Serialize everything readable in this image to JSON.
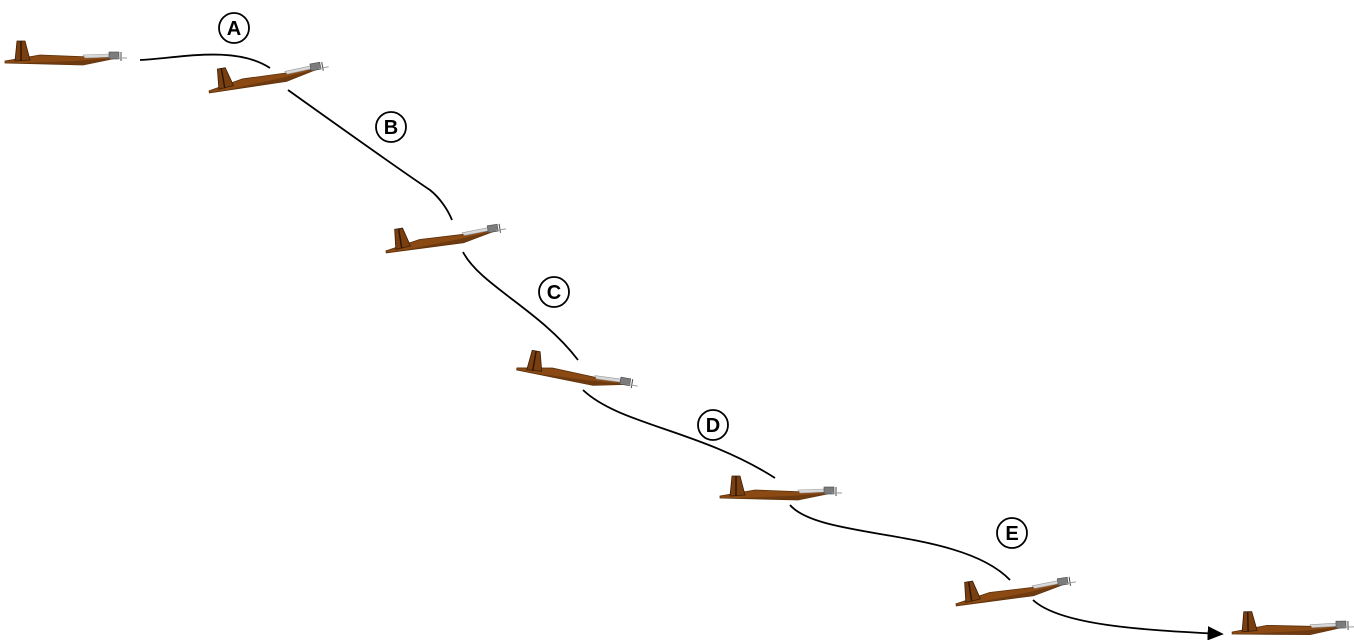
{
  "diagram": {
    "stages": [
      {
        "label": "A"
      },
      {
        "label": "B"
      },
      {
        "label": "C"
      },
      {
        "label": "D"
      },
      {
        "label": "E"
      }
    ],
    "colors": {
      "fuselage": "#8b4a14",
      "fuselage_dark": "#5a2e08",
      "tail": "#7a3f10",
      "engine": "#808080",
      "trajectory": "#000000",
      "label_stroke": "#000000",
      "background": "#ffffff"
    }
  }
}
